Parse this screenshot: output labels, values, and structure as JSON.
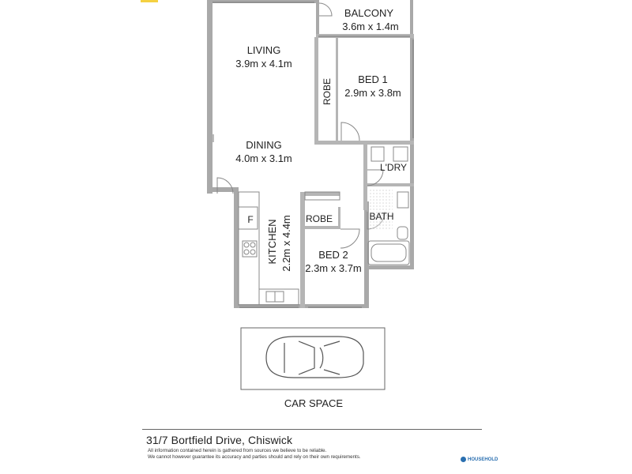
{
  "rooms": {
    "balcony": {
      "name": "BALCONY",
      "dims": "3.6m x 1.4m"
    },
    "living": {
      "name": "LIVING",
      "dims": "3.9m x 4.1m"
    },
    "bed1": {
      "name": "BED 1",
      "dims": "2.9m x 3.8m"
    },
    "robe1": "ROBE",
    "dining": {
      "name": "DINING",
      "dims": "4.0m x 3.1m"
    },
    "laundry": "L'DRY",
    "robe2": "ROBE",
    "bath": "BATH",
    "fridge": "F",
    "kitchen": {
      "name": "KITCHEN",
      "dims": "2.2m x 4.4m"
    },
    "bed2": {
      "name": "BED 2",
      "dims": "2.3m x 3.7m"
    },
    "car_space": "CAR SPACE"
  },
  "footer": {
    "address": "31/7 Bortfield Drive, Chiswick",
    "disclaimer_1": "All information contained herein is gathered from sources we believe to be reliable.",
    "disclaimer_2": "We cannot however guarantee its accuracy and parties should and rely on their own requirements.",
    "brand": "HOUSEHOLD"
  },
  "colors": {
    "wall": "#a9a9a9",
    "line": "#6a6a6a",
    "accent": "#f5d142",
    "brand": "#2a6fb0"
  }
}
